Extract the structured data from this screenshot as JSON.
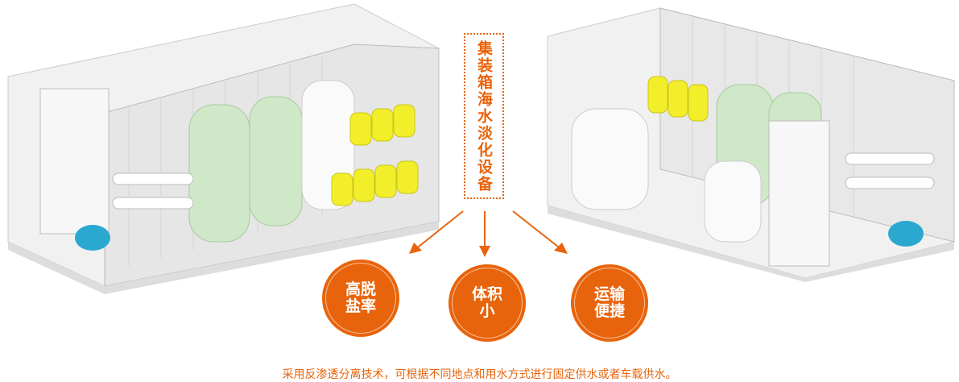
{
  "title": "集装箱海水淡化设备",
  "features": [
    {
      "label": "高脱盐率"
    },
    {
      "label": "体积小"
    },
    {
      "label": "运输便捷"
    }
  ],
  "caption": "采用反渗透分离技术，可根据不同地点和用水方式进行固定供水或者车载供水。",
  "colors": {
    "accent": "#e8640c",
    "tank_green": "#cfe8c8",
    "tank_yellow": "#f2ee2a"
  }
}
